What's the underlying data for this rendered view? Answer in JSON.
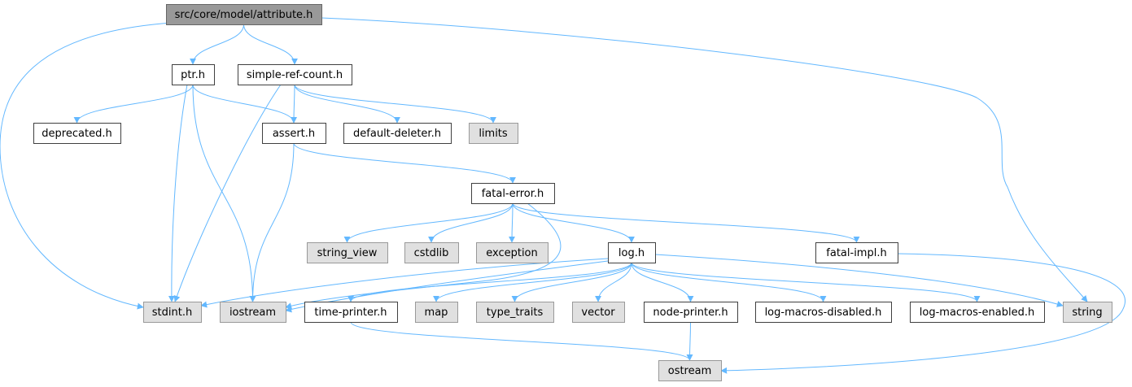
{
  "diagram": {
    "nodes": [
      {
        "id": "attribute",
        "label": "src/core/model/attribute.h",
        "kind": "root"
      },
      {
        "id": "ptr",
        "label": "ptr.h",
        "kind": "local"
      },
      {
        "id": "simple_ref_count",
        "label": "simple-ref-count.h",
        "kind": "local"
      },
      {
        "id": "deprecated",
        "label": "deprecated.h",
        "kind": "local"
      },
      {
        "id": "assert",
        "label": "assert.h",
        "kind": "local"
      },
      {
        "id": "default_deleter",
        "label": "default-deleter.h",
        "kind": "local"
      },
      {
        "id": "limits",
        "label": "limits",
        "kind": "system"
      },
      {
        "id": "fatal_error",
        "label": "fatal-error.h",
        "kind": "local"
      },
      {
        "id": "string_view",
        "label": "string_view",
        "kind": "system"
      },
      {
        "id": "cstdlib",
        "label": "cstdlib",
        "kind": "system"
      },
      {
        "id": "exception",
        "label": "exception",
        "kind": "system"
      },
      {
        "id": "log",
        "label": "log.h",
        "kind": "local"
      },
      {
        "id": "fatal_impl",
        "label": "fatal-impl.h",
        "kind": "local"
      },
      {
        "id": "stdint",
        "label": "stdint.h",
        "kind": "system"
      },
      {
        "id": "iostream",
        "label": "iostream",
        "kind": "system"
      },
      {
        "id": "time_printer",
        "label": "time-printer.h",
        "kind": "local"
      },
      {
        "id": "map",
        "label": "map",
        "kind": "system"
      },
      {
        "id": "type_traits",
        "label": "type_traits",
        "kind": "system"
      },
      {
        "id": "vector",
        "label": "vector",
        "kind": "system"
      },
      {
        "id": "node_printer",
        "label": "node-printer.h",
        "kind": "local"
      },
      {
        "id": "log_macros_disabled",
        "label": "log-macros-disabled.h",
        "kind": "local"
      },
      {
        "id": "log_macros_enabled",
        "label": "log-macros-enabled.h",
        "kind": "local"
      },
      {
        "id": "string",
        "label": "string",
        "kind": "system"
      },
      {
        "id": "ostream",
        "label": "ostream",
        "kind": "system"
      }
    ],
    "edges": [
      {
        "from": "attribute",
        "to": "ptr"
      },
      {
        "from": "attribute",
        "to": "simple_ref_count"
      },
      {
        "from": "attribute",
        "to": "stdint"
      },
      {
        "from": "attribute",
        "to": "string"
      },
      {
        "from": "ptr",
        "to": "deprecated"
      },
      {
        "from": "ptr",
        "to": "assert"
      },
      {
        "from": "ptr",
        "to": "stdint"
      },
      {
        "from": "ptr",
        "to": "iostream"
      },
      {
        "from": "simple_ref_count",
        "to": "assert"
      },
      {
        "from": "simple_ref_count",
        "to": "default_deleter"
      },
      {
        "from": "simple_ref_count",
        "to": "limits"
      },
      {
        "from": "simple_ref_count",
        "to": "stdint"
      },
      {
        "from": "assert",
        "to": "fatal_error"
      },
      {
        "from": "assert",
        "to": "iostream"
      },
      {
        "from": "fatal_error",
        "to": "string_view"
      },
      {
        "from": "fatal_error",
        "to": "cstdlib"
      },
      {
        "from": "fatal_error",
        "to": "exception"
      },
      {
        "from": "fatal_error",
        "to": "log"
      },
      {
        "from": "fatal_error",
        "to": "fatal_impl"
      },
      {
        "from": "fatal_error",
        "to": "iostream"
      },
      {
        "from": "log",
        "to": "stdint"
      },
      {
        "from": "log",
        "to": "iostream"
      },
      {
        "from": "log",
        "to": "time_printer"
      },
      {
        "from": "log",
        "to": "map"
      },
      {
        "from": "log",
        "to": "type_traits"
      },
      {
        "from": "log",
        "to": "vector"
      },
      {
        "from": "log",
        "to": "node_printer"
      },
      {
        "from": "log",
        "to": "log_macros_disabled"
      },
      {
        "from": "log",
        "to": "log_macros_enabled"
      },
      {
        "from": "log",
        "to": "string"
      },
      {
        "from": "fatal_impl",
        "to": "ostream"
      },
      {
        "from": "time_printer",
        "to": "ostream"
      },
      {
        "from": "node_printer",
        "to": "ostream"
      }
    ],
    "colors": {
      "edge": "#63b8ff",
      "root_fill": "#999999",
      "root_border": "#666666",
      "local_fill": "#ffffff",
      "local_border": "#404040",
      "system_fill": "#e0e0e0",
      "system_border": "#999999",
      "text": "#000000"
    }
  }
}
